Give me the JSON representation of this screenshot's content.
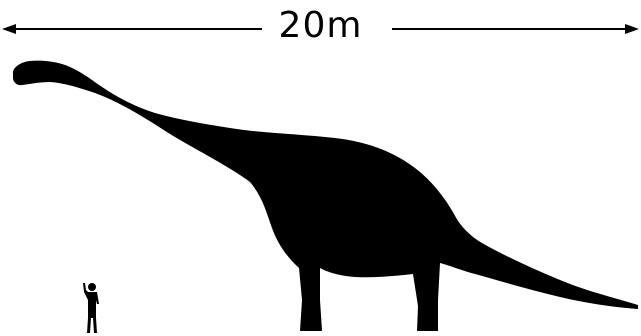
{
  "scale": {
    "length_label": "20m"
  },
  "figures": {
    "dinosaur": "sauropod-silhouette",
    "human": "human-silhouette"
  },
  "colors": {
    "background": "#ffffff",
    "silhouette": "#000000"
  }
}
